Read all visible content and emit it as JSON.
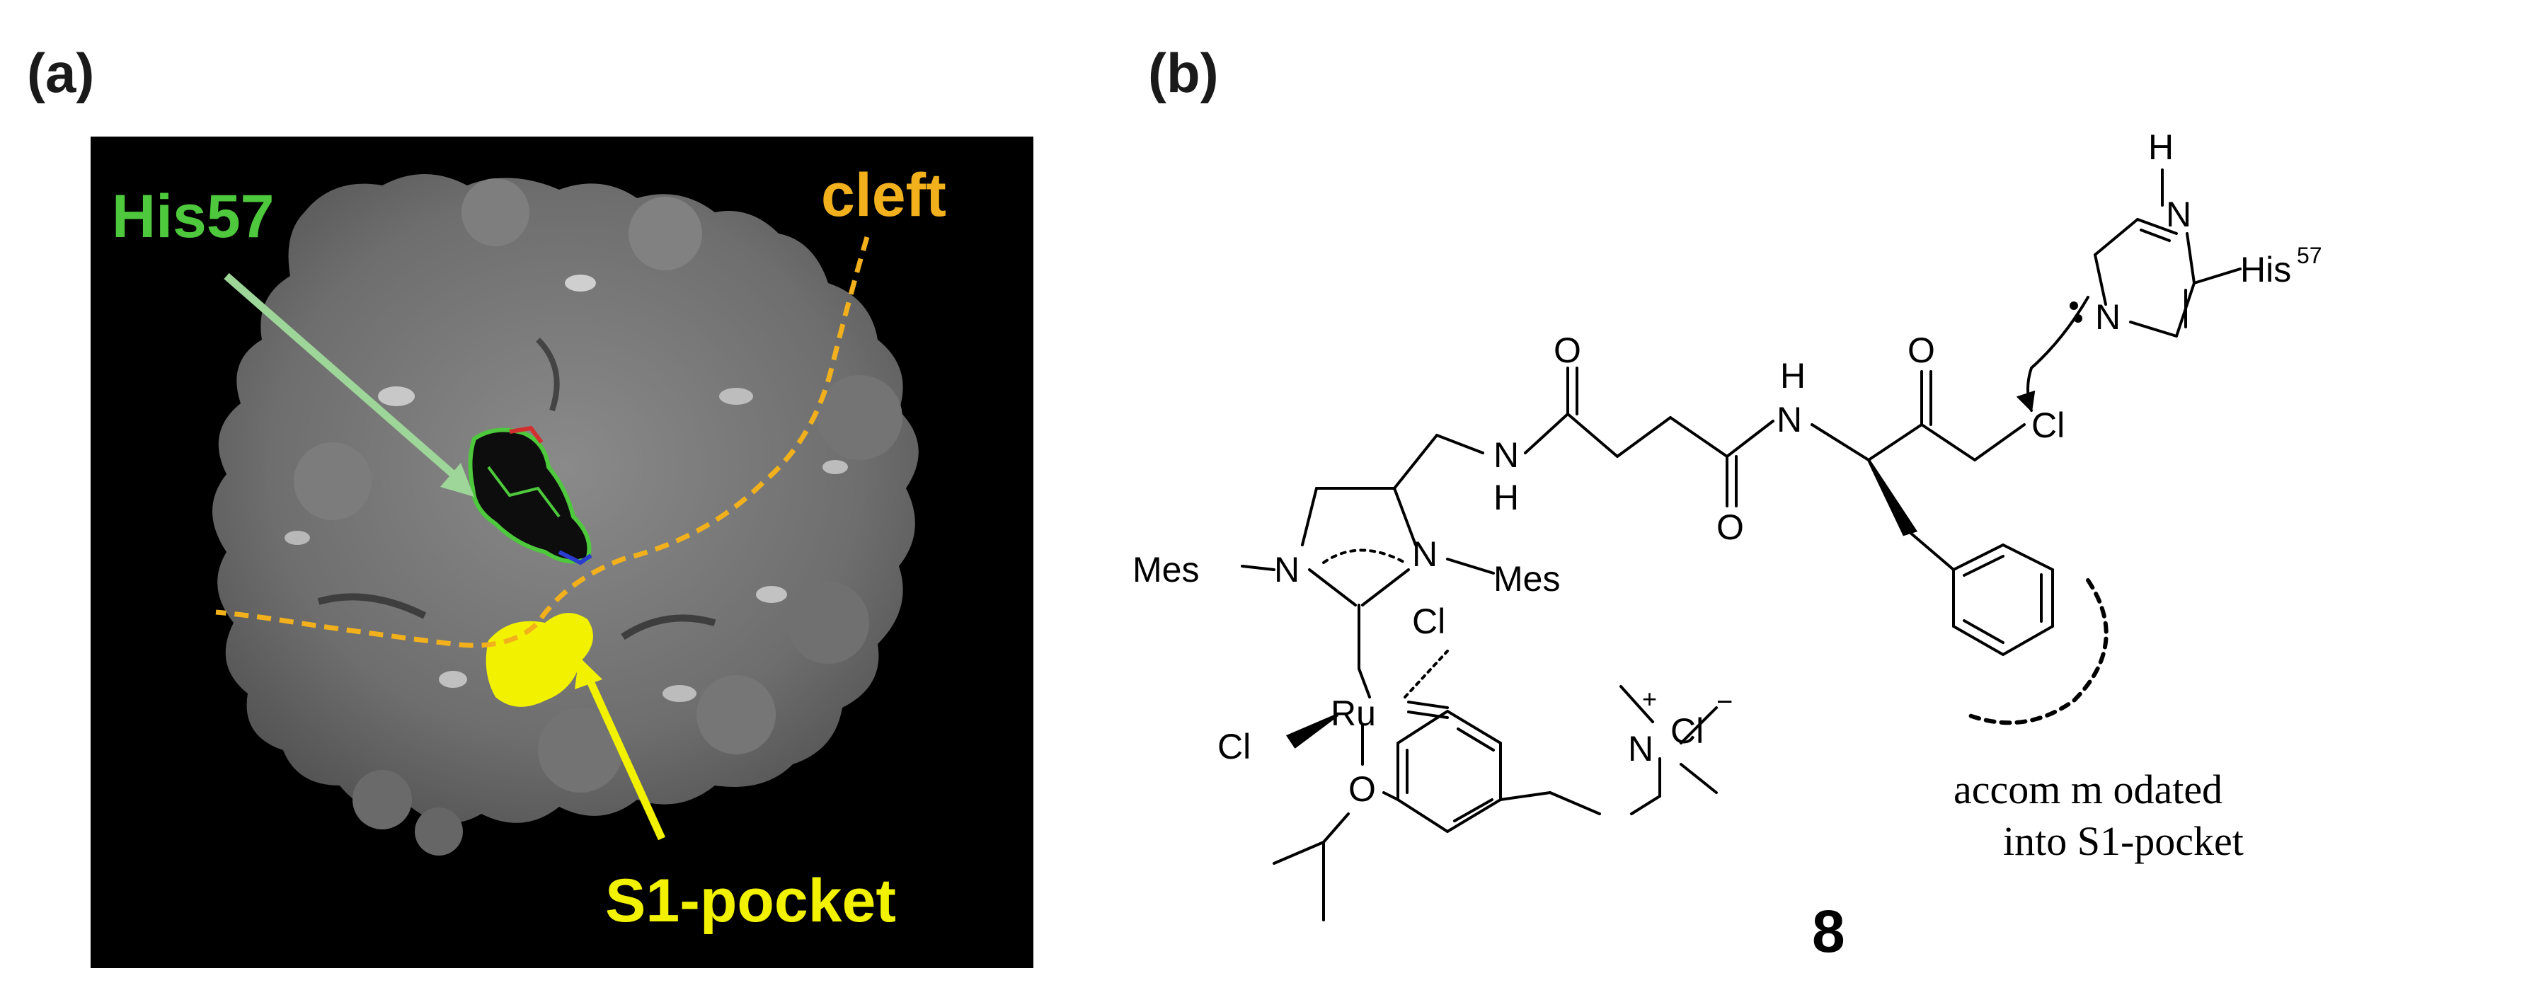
{
  "panels": {
    "a": {
      "label": "(a)",
      "annotations": {
        "his57": "His57",
        "cleft": "cleft",
        "s1_pocket": "S1-pocket"
      },
      "colors": {
        "background": "#000000",
        "surface": "#777777",
        "his57": "#4ec83c",
        "cleft": "#f2b11c",
        "s1_pocket": "#f2f200",
        "his57_arrow": "#9ed69a"
      }
    },
    "b": {
      "label": "(b)",
      "compound_number": "8",
      "note_line1": "accom m odated",
      "note_line2": "into S1-pocket",
      "atoms": {
        "mes_left": "Mes",
        "mes_right": "Mes",
        "n": "N",
        "n_plus": "N",
        "ru": "Ru",
        "o": "O",
        "cl": "Cl",
        "h": "H",
        "his_base": "His",
        "his_sup": "57",
        "plus": "+",
        "cl_minus": "Cl",
        "minus": "−"
      }
    }
  }
}
